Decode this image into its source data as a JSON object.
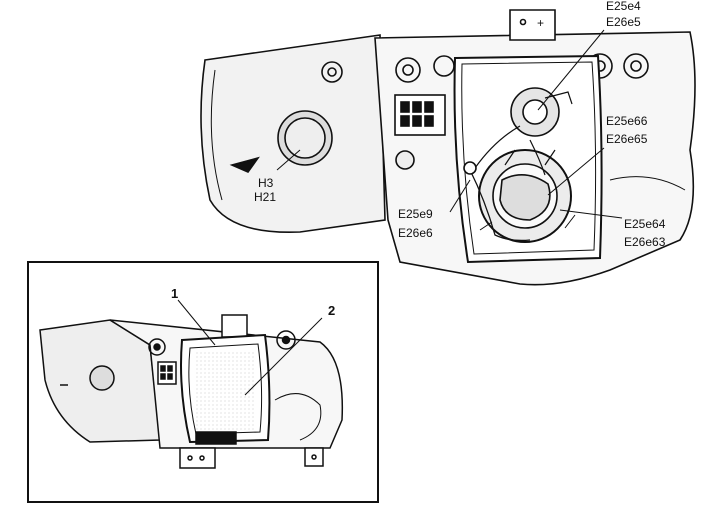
{
  "labels": {
    "bulb_top_1": "E25e4",
    "bulb_top_2": "E26e5",
    "bulb_right_1": "E25e66",
    "bulb_right_2": "E26e65",
    "bulb_left_1": "E25e9",
    "bulb_left_2": "E26e6",
    "bulb_lower_1": "E25e64",
    "bulb_lower_2": "E26e63",
    "fog_1": "H3",
    "fog_2": "H21"
  },
  "inset": {
    "callout_1": "1",
    "callout_2": "2"
  },
  "colors": {
    "ink": "#111111",
    "paper": "#ffffff",
    "shade": "#d9d9d9"
  }
}
